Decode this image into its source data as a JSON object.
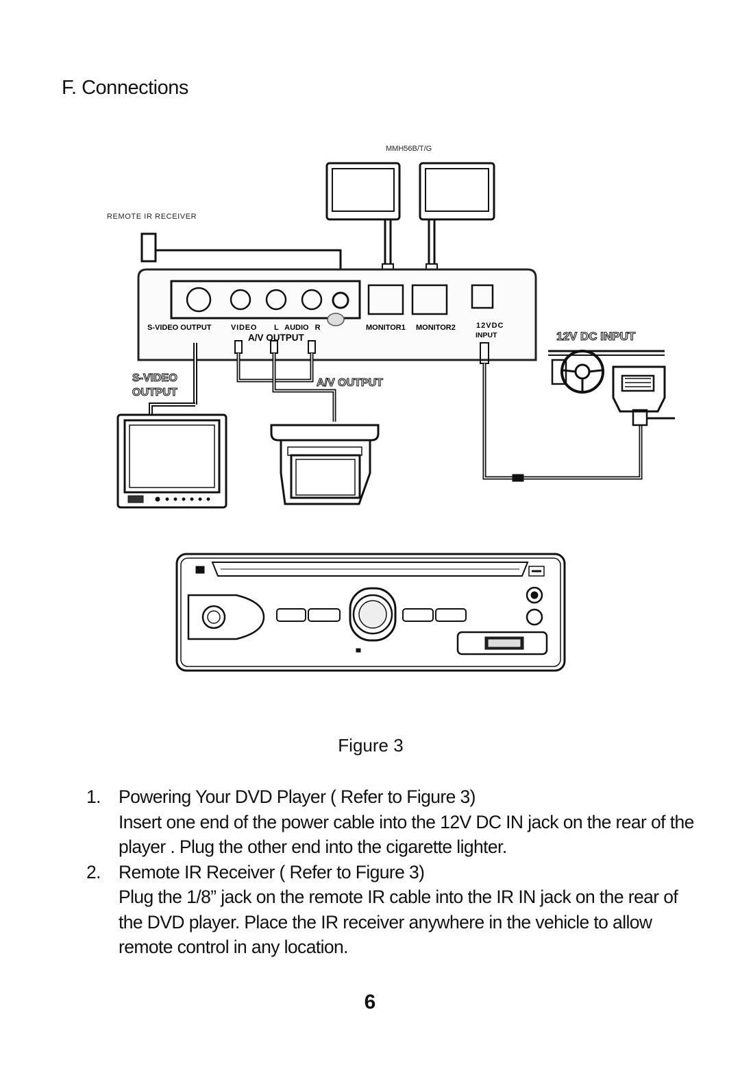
{
  "heading": "F. Connections",
  "diagram": {
    "model_label": "MMH56B/T/G",
    "remote_ir_label": "REMOTE IR RECEIVER",
    "port_labels": {
      "svideo_output": "S-VIDEO OUTPUT",
      "video": "VIDEO",
      "audio": "L AUDIO R",
      "av_output": "A/V OUTPUT",
      "monitor1": "MONITOR1",
      "monitor2": "MONITOR2",
      "dc_12v": "12VDC",
      "dc_input": "INPUT"
    },
    "callouts": {
      "svideo_line1": "S-VIDEO",
      "svideo_line2": "OUTPUT",
      "av_output": "A/V OUTPUT",
      "dc_input": "12V DC INPUT"
    }
  },
  "figure_caption": "Figure 3",
  "steps": [
    {
      "number": "1.",
      "heading": "Powering Your DVD Player ( Refer to Figure 3)",
      "body": "Insert one end of the power cable into the 12V DC IN jack on the rear of the player .  Plug the other end into the cigarette lighter."
    },
    {
      "number": "2.",
      "heading": "Remote IR Receiver ( Refer to Figure 3)",
      "body": "Plug the 1/8” jack on the remote  IR cable into the IR IN jack on the rear of the DVD player.  Place the IR receiver anywhere in the vehicle to allow remote control in any location."
    }
  ],
  "page_number": "6"
}
